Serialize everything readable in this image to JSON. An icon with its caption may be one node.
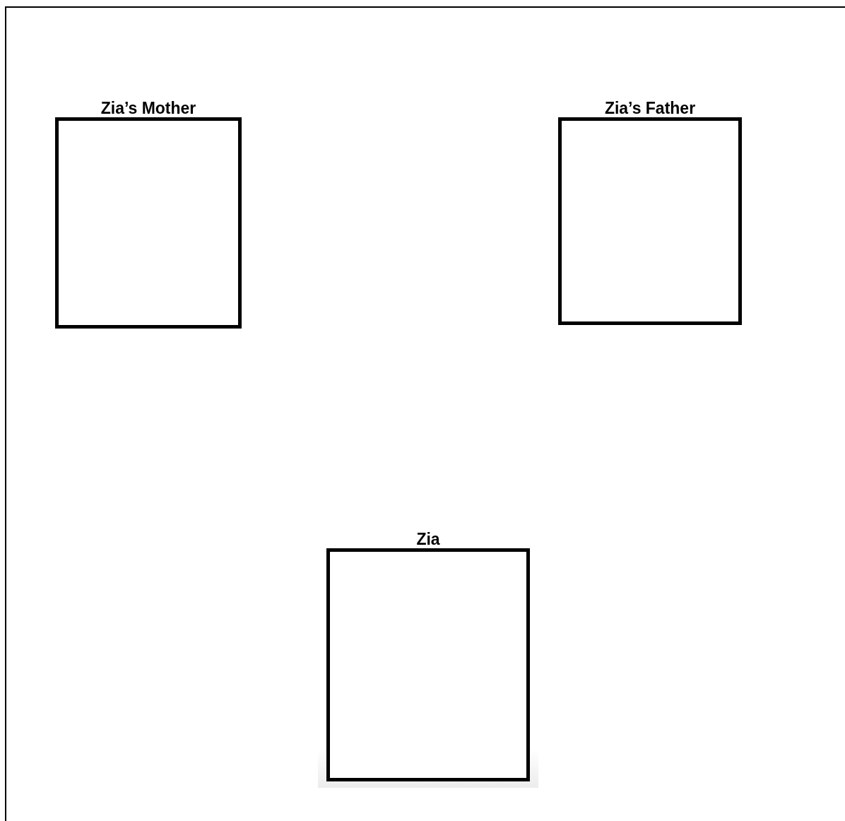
{
  "diagram": {
    "nodes": [
      {
        "text": [
          "Zia’s Mother"
        ]
      },
      {
        "text": [
          "Zia’s Father"
        ]
      },
      {
        "text": [
          "Zia"
        ]
      }
    ]
  }
}
